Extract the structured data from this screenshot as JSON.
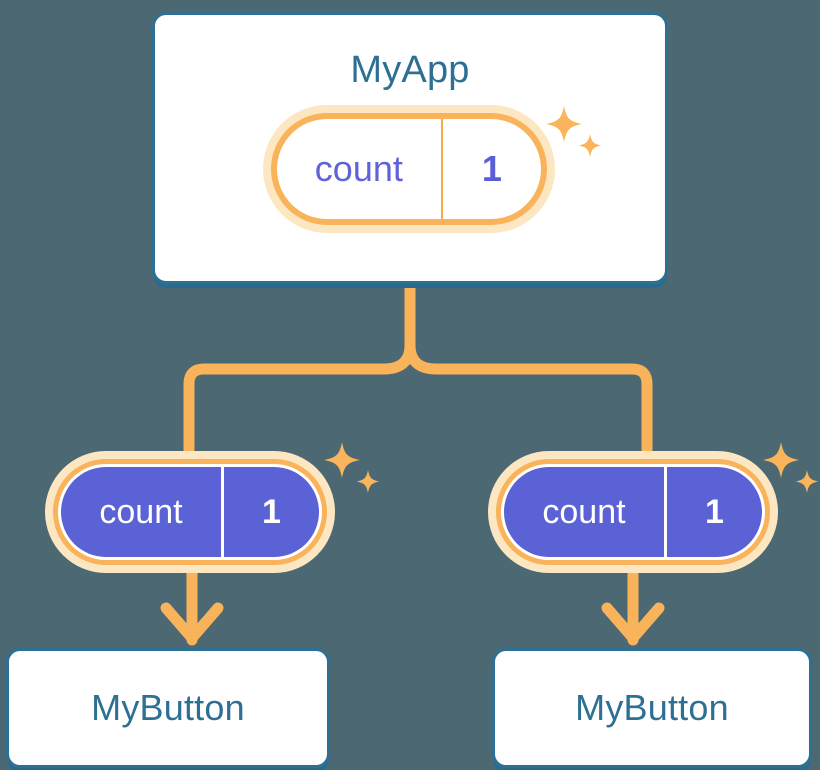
{
  "diagram": {
    "background_color": "#4c6873",
    "accent_orange": "#f9b35a",
    "accent_orange_glow": "#fce7c2",
    "accent_blue": "#2e7093",
    "accent_indigo": "#5b62d6",
    "type": "component-state-flow"
  },
  "root": {
    "component_name": "MyApp",
    "state": {
      "key": "count",
      "value": "1"
    },
    "sparkle_icon": "sparkle-icon"
  },
  "children": [
    {
      "component_name": "MyButton",
      "state": {
        "key": "count",
        "value": "1"
      },
      "sparkle_icon": "sparkle-icon",
      "arrow_icon": "arrow-down-icon"
    },
    {
      "component_name": "MyButton",
      "state": {
        "key": "count",
        "value": "1"
      },
      "sparkle_icon": "sparkle-icon",
      "arrow_icon": "arrow-down-icon"
    }
  ],
  "connectors": {
    "root_to_children": "branch-connector",
    "state_to_child": "arrow-down-icon"
  }
}
